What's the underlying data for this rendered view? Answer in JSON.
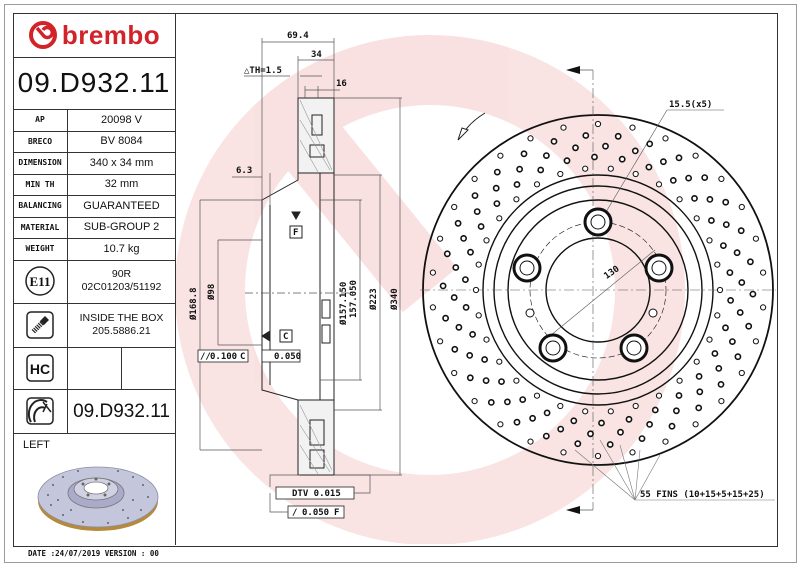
{
  "brand": {
    "name": "brembo",
    "color": "#d2232a"
  },
  "part_number": "09.D932.11",
  "specs": [
    {
      "key": "AP",
      "value": "20098 V"
    },
    {
      "key": "BRECO",
      "value": "BV 8084"
    },
    {
      "key": "DIMENSION",
      "value": "340 x 34 mm"
    },
    {
      "key": "MIN TH",
      "value": "32 mm"
    },
    {
      "key": "BALANCING",
      "value": "GUARANTEED"
    },
    {
      "key": "MATERIAL",
      "value": "SUB-GROUP 2"
    },
    {
      "key": "WEIGHT",
      "value": "10.7 kg"
    }
  ],
  "approval": {
    "icon": "e11-approval-icon",
    "label": "E11",
    "line1": "90R",
    "line2": "02C01203/51192"
  },
  "hardware": {
    "icon": "screw-icon",
    "line1": "INSIDE THE BOX",
    "line2": "205.5886.21"
  },
  "coating": {
    "icon": "hc-icon",
    "label": "HC"
  },
  "kit": {
    "icon": "disc-pad-kit-icon",
    "part_number": "09.D932.11"
  },
  "side_label": "LEFT",
  "footer": "DATE :24/07/2019 VERSION : 00",
  "drawing": {
    "dims": {
      "overall_width": "69.4",
      "thickness": "34",
      "delta_th": "△TH=1.5",
      "slot": "16",
      "hat_offset": "6.3",
      "d_168": "Ø168.8",
      "d_98": "Ø98",
      "d_157": "Ø157.150",
      "d_157b": "157.050",
      "d_223": "Ø223",
      "d_340": "Ø340",
      "bolt_hole": "15.5(x5)",
      "pcd": "130",
      "fins": "55 FINS (10+15+5+15+25)"
    },
    "datums": {
      "f": "F",
      "c": "C"
    },
    "tolerances": {
      "parallel": "0.100",
      "parallel_ref": "C",
      "flatness": "0.050",
      "dtv": "DTV 0.015",
      "runout": "0.050",
      "runout_ref": "F"
    }
  }
}
